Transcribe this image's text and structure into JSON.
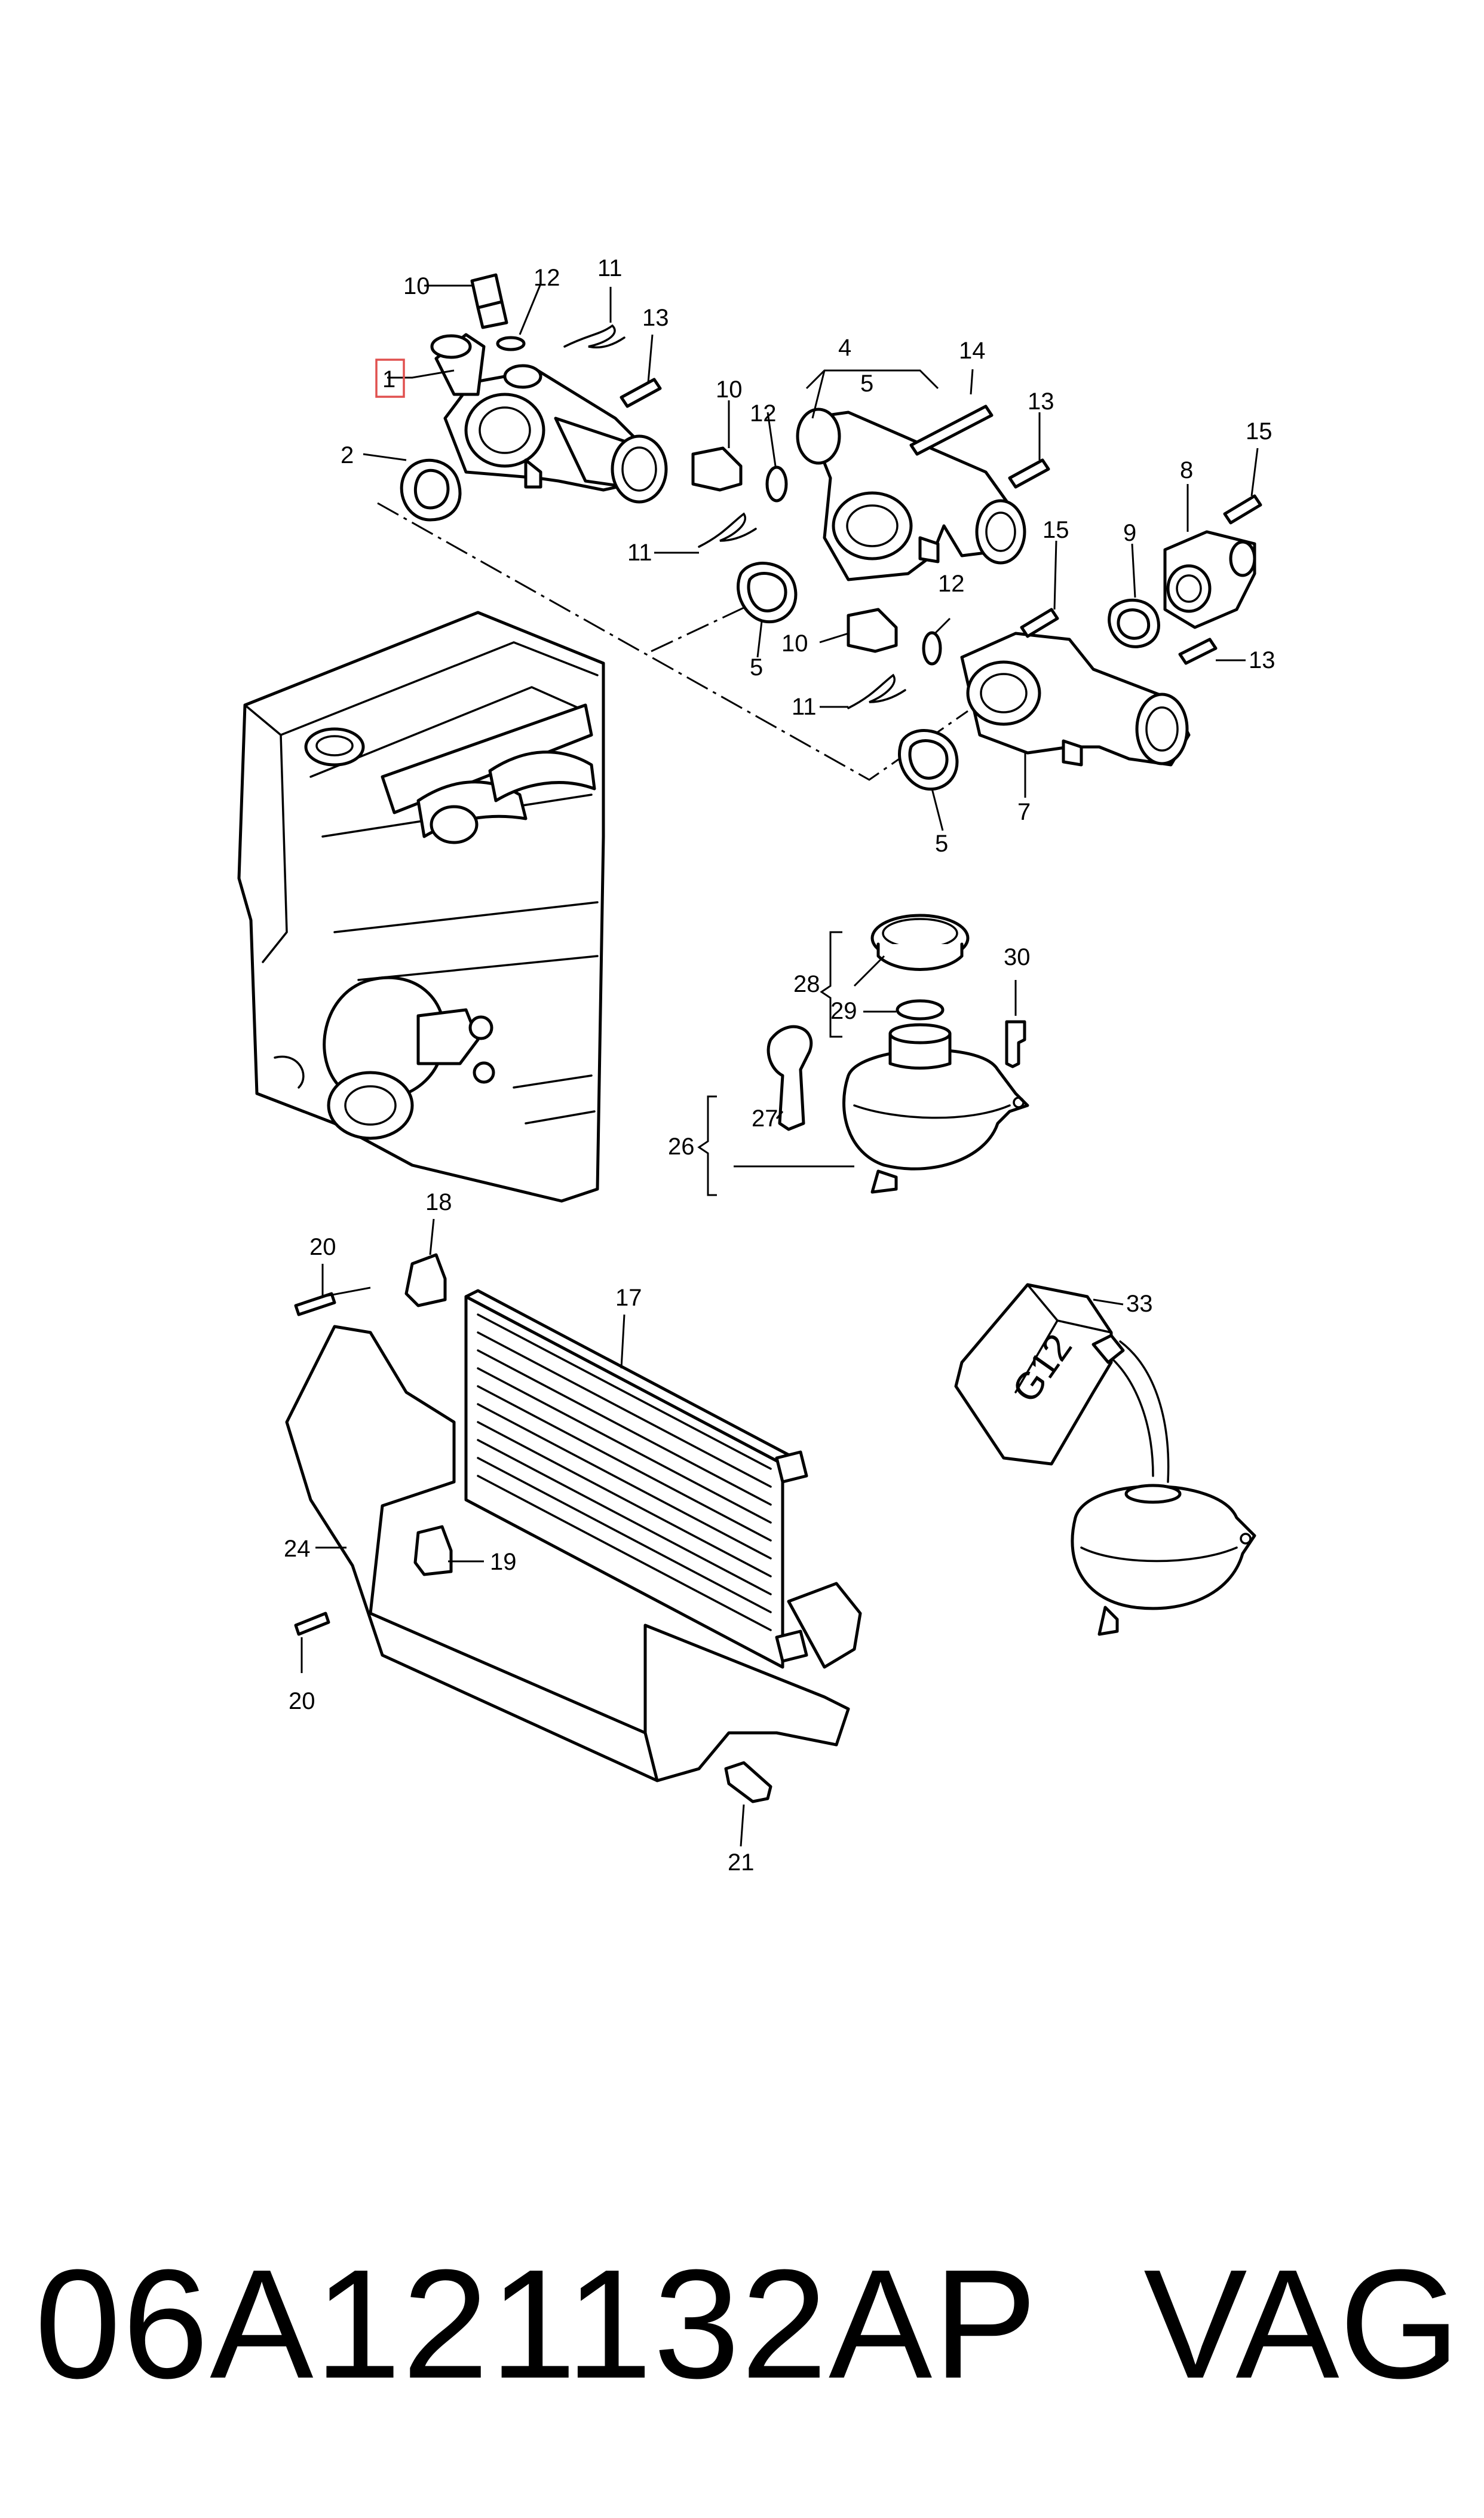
{
  "diagram": {
    "callouts": {
      "c1": "1",
      "c2": "2",
      "c4": "4",
      "c5a": "5",
      "c5b": "5",
      "c5c": "5",
      "c7": "7",
      "c8": "8",
      "c9": "9",
      "c10a": "10",
      "c10b": "10",
      "c10c": "10",
      "c11a": "11",
      "c11b": "11",
      "c11c": "11",
      "c12a": "12",
      "c12b": "12",
      "c12c": "12",
      "c13a": "13",
      "c13b": "13",
      "c13c": "13",
      "c14": "14",
      "c15a": "15",
      "c15b": "15",
      "c17": "17",
      "c18": "18",
      "c19": "19",
      "c20a": "20",
      "c20b": "20",
      "c21": "21",
      "c24": "24",
      "c26": "26",
      "c27": "27",
      "c28": "28",
      "c29": "29",
      "c30": "30",
      "c33": "33"
    },
    "highlighted_callout": "1",
    "coolant_label": "G12",
    "colors": {
      "line": "#000000",
      "highlight": "#e0504f",
      "background": "#ffffff"
    }
  },
  "footer": {
    "part_number": "06A121132AP",
    "brand": "VAG"
  }
}
